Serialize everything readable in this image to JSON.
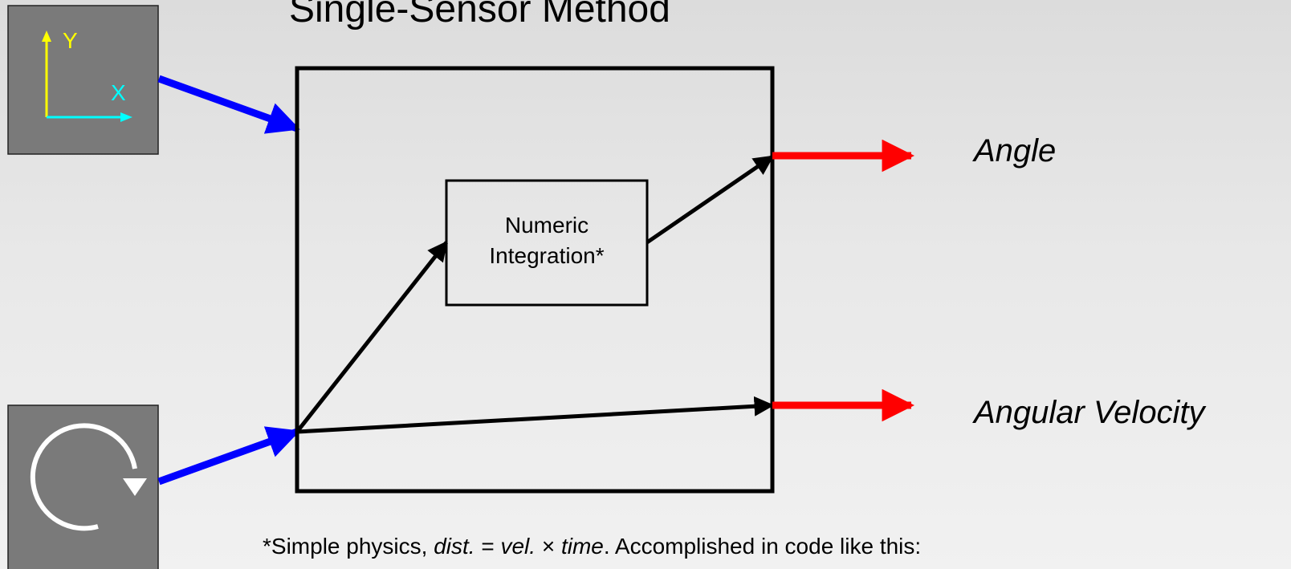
{
  "title": "Single-Sensor Method",
  "sensor_accelerometer": {
    "icon": "xy-axes-icon",
    "axis_y_label": "Y",
    "axis_x_label": "X",
    "colors": {
      "background": "#7a7a7a",
      "y_axis": "#ffff00",
      "x_axis": "#00ffff"
    }
  },
  "sensor_gyroscope": {
    "icon": "rotation-arrow-icon",
    "colors": {
      "background": "#7a7a7a",
      "arrow": "#ffffff"
    }
  },
  "process_box": {
    "line1": "Numeric",
    "line2": "Integration*"
  },
  "outputs": {
    "angle": "Angle",
    "angular_velocity": "Angular Velocity"
  },
  "footnote": {
    "prefix": "*Simple physics, ",
    "formula_dist": "dist.",
    "equals": " = ",
    "formula_vel": "vel.",
    "times": " × ",
    "formula_time": "time",
    "suffix": ". Accomplished in code like this:"
  },
  "colors": {
    "input_arrow": "#0000ff",
    "output_arrow": "#ff0000",
    "internal_arrow": "#000000"
  }
}
